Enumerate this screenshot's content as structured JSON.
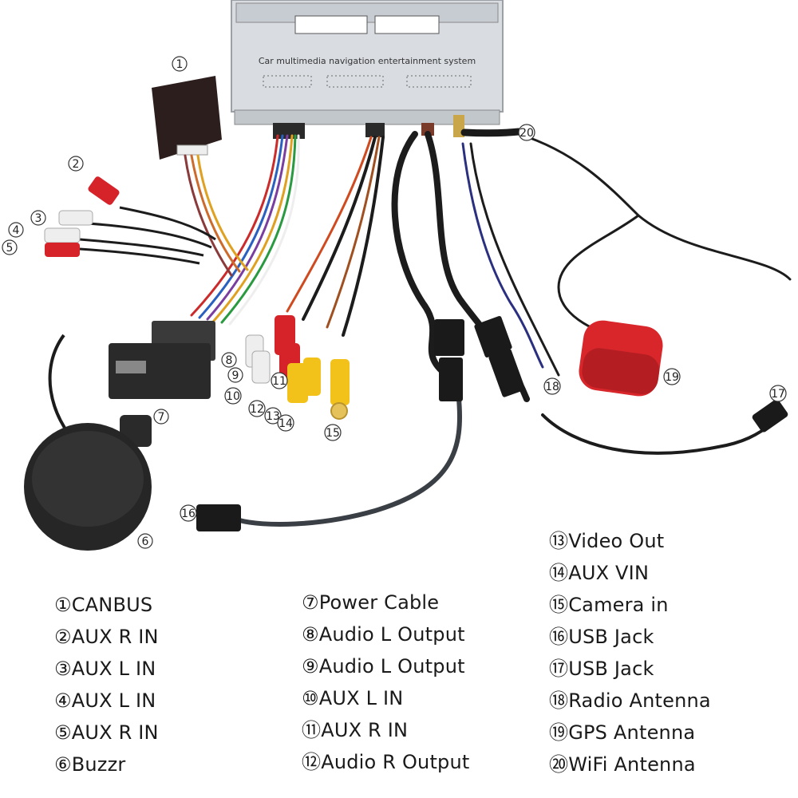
{
  "unit": {
    "label_text": "Car multimedia navigation entertainment system"
  },
  "legend": {
    "items": [
      {
        "text": "①CANBUS"
      },
      {
        "text": "②AUX R IN"
      },
      {
        "text": "③AUX L IN"
      },
      {
        "text": "④AUX L IN"
      },
      {
        "text": "⑤AUX R IN"
      },
      {
        "text": "⑥Buzzr"
      },
      {
        "text": "⑦Power Cable"
      },
      {
        "text": "⑧Audio L Output"
      },
      {
        "text": "⑨Audio L Output"
      },
      {
        "text": "⑩AUX L IN"
      },
      {
        "text": "⑪AUX R IN"
      },
      {
        "text": "⑫Audio R Output"
      },
      {
        "text": "⑬Video Out"
      },
      {
        "text": "⑭AUX VIN"
      },
      {
        "text": "⑮Camera in"
      },
      {
        "text": "⑯USB Jack"
      },
      {
        "text": "⑰USB Jack"
      },
      {
        "text": "⑱Radio Antenna"
      },
      {
        "text": "⑲GPS Antenna"
      },
      {
        "text": "⑳WiFi Antenna"
      }
    ]
  },
  "callouts": [
    {
      "text": "1"
    },
    {
      "text": "2"
    },
    {
      "text": "3"
    },
    {
      "text": "4"
    },
    {
      "text": "5"
    },
    {
      "text": "6"
    },
    {
      "text": "7"
    },
    {
      "text": "8"
    },
    {
      "text": "9"
    },
    {
      "text": "10"
    },
    {
      "text": "11"
    },
    {
      "text": "12"
    },
    {
      "text": "13"
    },
    {
      "text": "14"
    },
    {
      "text": "15"
    },
    {
      "text": "16"
    },
    {
      "text": "17"
    },
    {
      "text": "18"
    },
    {
      "text": "19"
    },
    {
      "text": "20"
    }
  ],
  "colors": {
    "unit_body": "#d9dde2",
    "canbus_box": "#2c1e1c",
    "rca_red": "#d6232a",
    "rca_white": "#eeeeee",
    "rca_yellow": "#f2c21a",
    "cable_black": "#1c1c1c",
    "gps_red": "#d8262b"
  }
}
